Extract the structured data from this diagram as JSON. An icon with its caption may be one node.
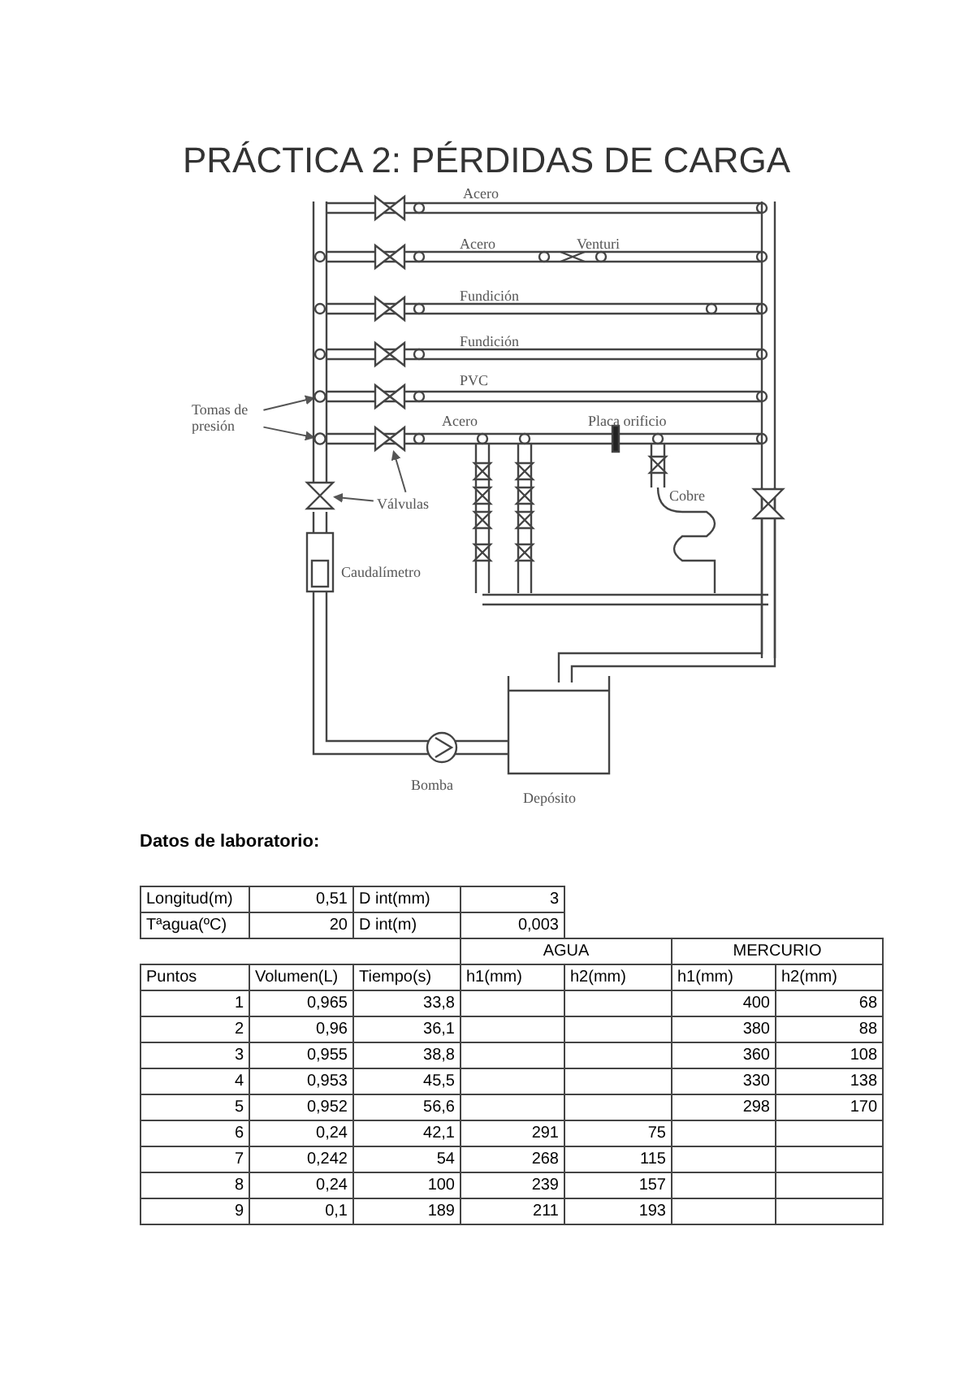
{
  "diagram": {
    "title": "PRÁCTICA 2: PÉRDIDAS DE CARGA",
    "nodes": [
      {
        "text": [
          "Tomas de presión"
        ]
      },
      {
        "text": [],
        "shape": "circle"
      },
      {
        "text": [],
        "shape": "circle"
      },
      {
        "text": [
          "Válvulas"
        ]
      },
      {
        "text": [],
        "shape": "valve"
      },
      {
        "text": [],
        "shape": "valve"
      }
    ],
    "edges": [
      {
        "from": 0,
        "to": 1,
        "arrow": "to"
      },
      {
        "from": 0,
        "to": 2,
        "arrow": "to"
      },
      {
        "from": 3,
        "to": 4,
        "arrow": "to"
      },
      {
        "from": 3,
        "to": 5,
        "arrow": "to"
      }
    ],
    "labels": [
      "Acero",
      "Acero",
      "Venturi",
      "Fundición",
      "Fundición",
      "PVC",
      "Acero",
      "Placa orificio",
      "Cobre",
      "Caudalímetro",
      "Bomba",
      "Depósito",
      "Datos de laboratorio:",
      "Longitud(m)",
      "0,51",
      "D int(mm)",
      "3",
      "Tªagua(ºC)",
      "20",
      "D int(m)",
      "0,003",
      "AGUA",
      "MERCURIO",
      "Puntos",
      "Volumen(L)",
      "Tiempo(s)",
      "h1(mm)",
      "h2(mm)",
      "h1(mm)",
      "h2(mm)",
      "1",
      "0,965",
      "33,8",
      "400",
      "68",
      "2",
      "0,96",
      "36,1",
      "380",
      "88",
      "3",
      "0,955",
      "38,8",
      "360",
      "108",
      "4",
      "0,953",
      "45,5",
      "330",
      "138",
      "5",
      "0,952",
      "56,6",
      "298",
      "170",
      "6",
      "0,24",
      "42,1",
      "291",
      "75",
      "7",
      "0,242",
      "54",
      "268",
      "115",
      "8",
      "0,24",
      "100",
      "239",
      "157",
      "9",
      "0,1",
      "189",
      "211",
      "193"
    ]
  }
}
